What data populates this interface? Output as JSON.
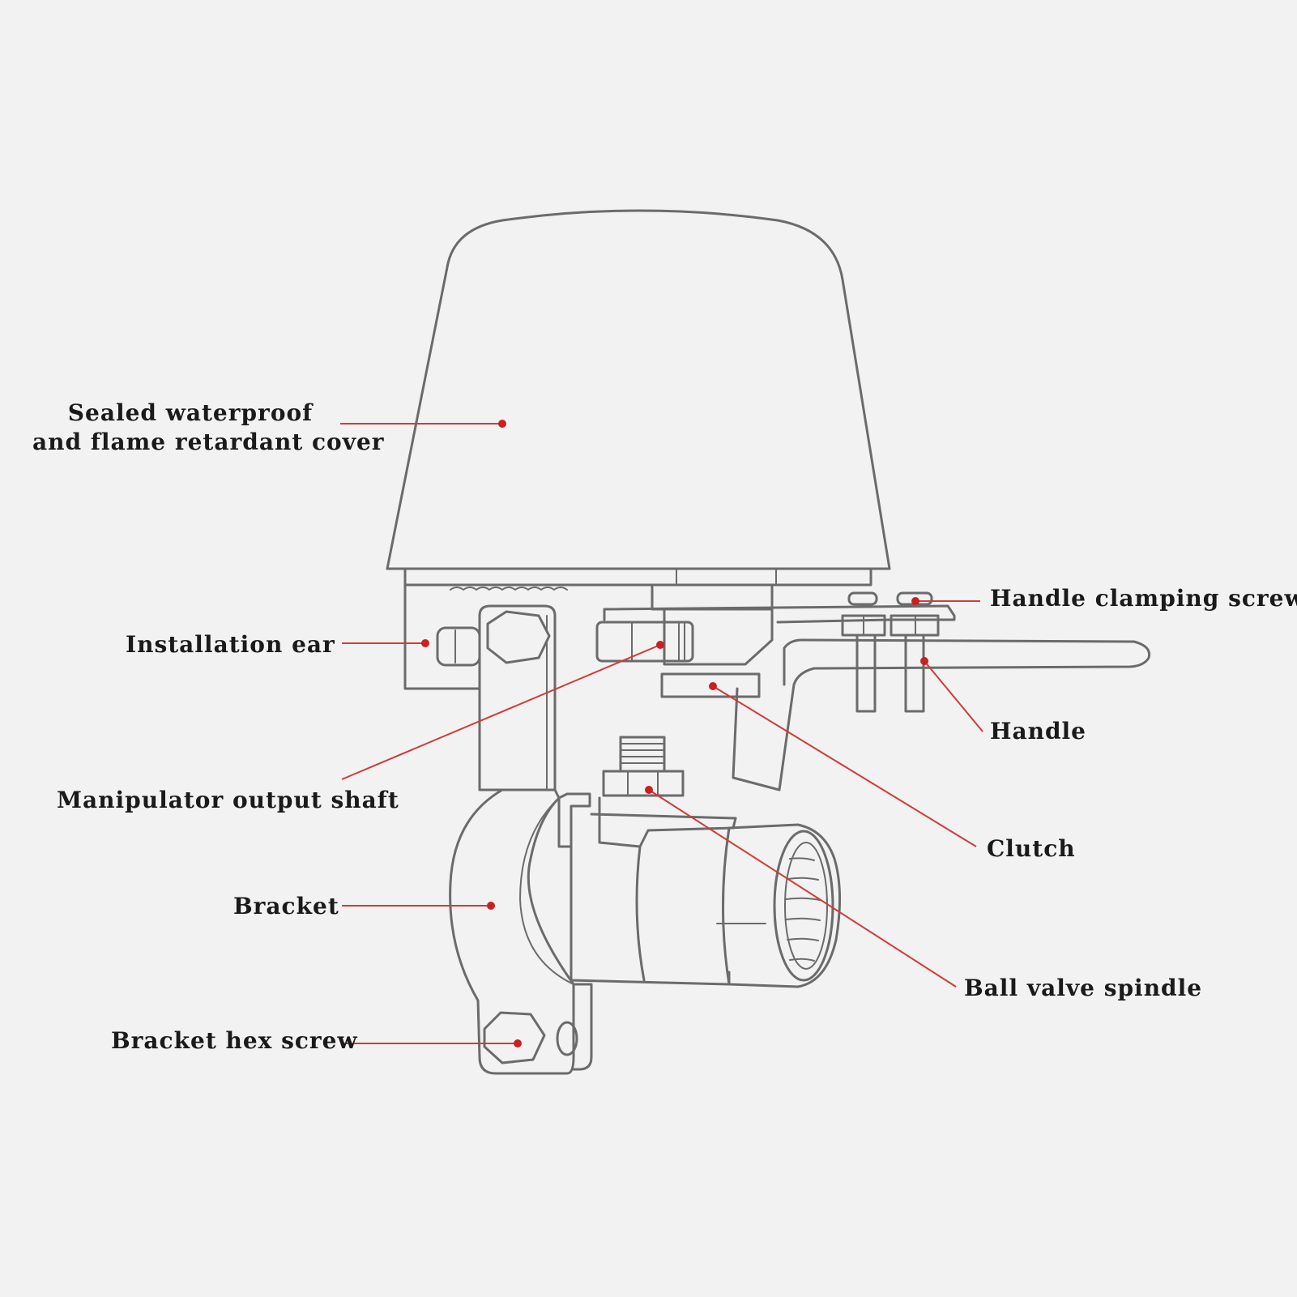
{
  "labels": {
    "cover_line1": "Sealed waterproof",
    "cover_line2": "and flame retardant cover",
    "installation_ear": "Installation ear",
    "manipulator_output_shaft": "Manipulator output shaft",
    "bracket": "Bracket",
    "bracket_hex_screw": "Bracket hex screw",
    "handle_clamping_screw": "Handle clamping screw",
    "handle": "Handle",
    "clutch": "Clutch",
    "ball_valve_spindle": "Ball valve spindle"
  },
  "colors": {
    "background": "#f2f2f2",
    "outline": "#6b6b6b",
    "leader_line": "#d23a3a",
    "leader_dot": "#cc1f1f",
    "text": "#1a1a1a"
  }
}
